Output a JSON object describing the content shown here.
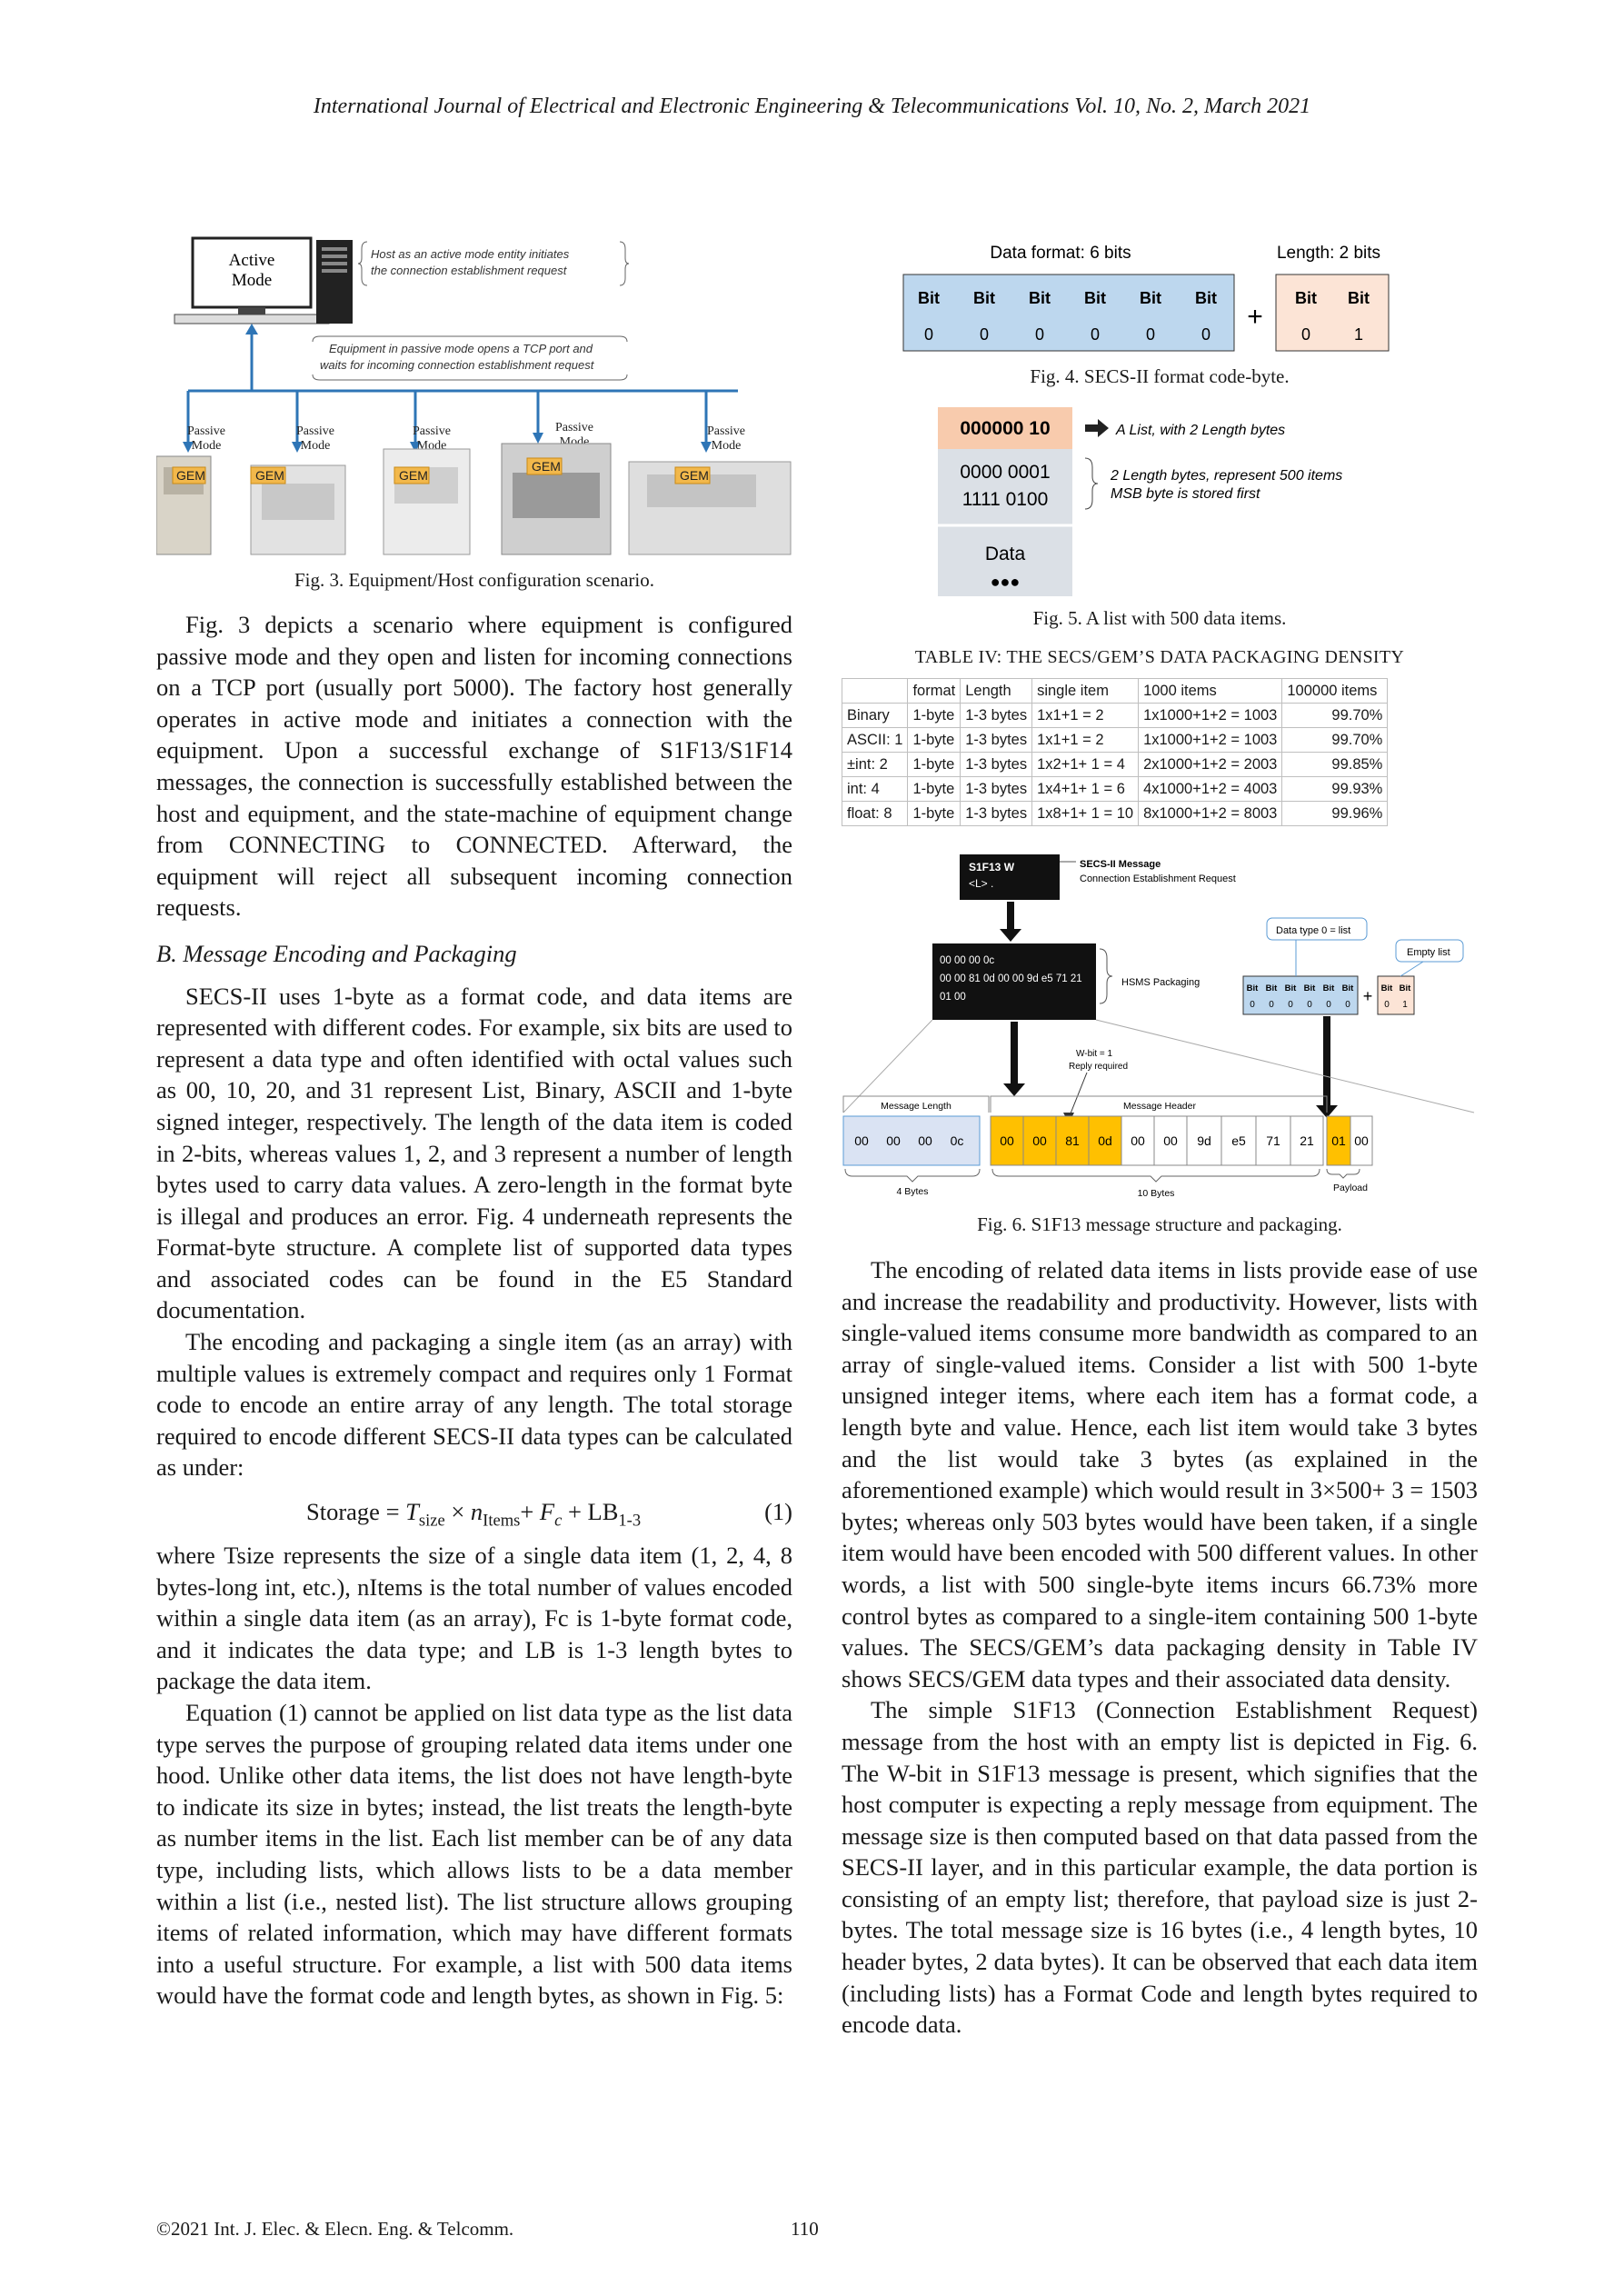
{
  "header": "International Journal of Electrical and Electronic Engineering & Telecommunications Vol. 10, No. 2, March 2021",
  "fig3": {
    "caption": "Fig. 3. Equipment/Host configuration scenario.",
    "active_mode": "Active Mode",
    "host_note": "Host as an active mode entity initiates the connection establishment request",
    "equip_note": "Equipment in passive mode opens a TCP port and waits for incoming connection establishment request",
    "passive": "Passive Mode",
    "gem": "GEM"
  },
  "fig4": {
    "caption": "Fig. 4. SECS-II format code-byte.",
    "data_format": "Data format: 6 bits",
    "length": "Length: 2 bits",
    "bit": "Bit",
    "data_bits": [
      "0",
      "0",
      "0",
      "0",
      "0",
      "0"
    ],
    "len_bits": [
      "0",
      "1"
    ],
    "plus": "+"
  },
  "fig5": {
    "caption": "Fig. 5. A list with 500 data items.",
    "format_byte": "000000 10",
    "format_note": "A List, with 2 Length bytes",
    "len1": "0000 0001",
    "len2": "1111 0100",
    "len_note1": "2 Length bytes, represent 500 items",
    "len_note2": "MSB byte is stored first",
    "data": "Data",
    "dots": "●●●"
  },
  "table4": {
    "title": "TABLE IV: THE SECS/GEM’S DATA PACKAGING DENSITY",
    "headers": [
      "",
      "format",
      "Length",
      "single item",
      "1000  items",
      "100000 items"
    ],
    "rows": [
      [
        "Binary",
        "1-byte",
        "1-3 bytes",
        "1x1+1 = 2",
        "1x1000+1+2 = 1003",
        "99.70%"
      ],
      [
        "ASCII: 1",
        "1-byte",
        "1-3 bytes",
        "1x1+1 = 2",
        "1x1000+1+2 = 1003",
        "99.70%"
      ],
      [
        "±int: 2",
        "1-byte",
        "1-3 bytes",
        "1x2+1+ 1 = 4",
        "2x1000+1+2 = 2003",
        "99.85%"
      ],
      [
        "int: 4",
        "1-byte",
        "1-3 bytes",
        "1x4+1+ 1 = 6",
        "4x1000+1+2 = 4003",
        "99.93%"
      ],
      [
        "float: 8",
        "1-byte",
        "1-3 bytes",
        "1x8+1+ 1 = 10",
        "8x1000+1+2 = 8003",
        "99.96%"
      ]
    ]
  },
  "fig6": {
    "caption": "Fig. 6. S1F13 message structure and packaging.",
    "s1f13": "S1F13 W",
    "list": "<L> .",
    "secs_msg": "SECS-II Message",
    "conn_req": "Connection Establishment Request",
    "hex1": "00 00 00 0c",
    "hex2": "00 00 81 0d 00 00 9d e5 71 21",
    "hex3": "01 00",
    "hsms": "HSMS Packaging",
    "dtype": "Data type 0 = list",
    "empty": "Empty list",
    "bit": "Bit",
    "wbit1": "W-bit = 1",
    "wbit2": "Reply required",
    "msg_len": "Message Length",
    "msg_hdr": "Message Header",
    "len_bytes": [
      "00",
      "00",
      "00",
      "0c"
    ],
    "hdr_bytes": [
      "00",
      "00",
      "81",
      "0d",
      "00",
      "00",
      "9d",
      "e5",
      "71",
      "21"
    ],
    "payload_bytes": [
      "01",
      "00"
    ],
    "four_bytes": "4 Bytes",
    "ten_bytes": "10 Bytes",
    "payload": "Payload"
  },
  "left_col": {
    "p1": "Fig. 3 depicts a scenario where equipment is configured passive mode and they open and listen for incoming connections on a TCP port (usually port 5000). The factory host generally operates in active mode and initiates a connection with the equipment. Upon a successful exchange of S1F13/S1F14 messages, the connection is successfully established between the host and equipment, and the state-machine of equipment change from CONNECTING to CONNECTED. Afterward, the equipment will reject all subsequent incoming connection requests.",
    "heading": "B.  Message Encoding and Packaging",
    "p2": "SECS-II uses 1-byte as a format code, and data items are represented with different codes. For example, six bits are used to represent a data type and often identified with octal values such as 00, 10, 20, and 31 represent List, Binary, ASCII and 1-byte signed integer, respectively. The length of the data item is coded in 2-bits, whereas values 1, 2, and 3 represent a number of length bytes used to carry data values. A zero-length in the format byte is illegal and produces an error. Fig. 4 underneath represents the Format-byte structure. A complete list of supported data types and associated codes can be found in the E5 Standard documentation.",
    "p3": "The encoding and packaging a single item (as an array) with multiple values is extremely compact and requires only 1 Format code to encode an entire array of any length. The total storage required to encode different SECS-II data types can be calculated as under:",
    "eq_num": "(1)",
    "p4": "where Tsize represents the size of a single data item (1, 2, 4, 8 bytes-long int, etc.), nItems is the total number of values encoded within a single data item (as an array), Fc is 1-byte format code, and it indicates the data type; and LB is 1-3 length bytes to package the data item.",
    "p5": "Equation (1) cannot be applied on list data type as the list data type serves the purpose of grouping related data items under one hood. Unlike other data items, the list does not have length-byte to indicate its size in bytes; instead, the list treats the length-byte as number items in the list. Each list member can be of any data type, including lists, which allows lists to be a data member within a list (i.e., nested list). The list structure allows grouping items of related information, which may have different formats into a useful structure. For example, a list with 500 data items would have the format code and length bytes, as shown in Fig. 5:"
  },
  "right_col": {
    "p1": "The encoding of related data items in lists provide ease of use and increase the readability and productivity. However, lists with single-valued items consume more bandwidth as compared to an array of single-valued items. Consider a list with 500 1-byte unsigned integer items, where each item has a format code, a length byte and value. Hence, each list item would take 3 bytes and the list would take 3 bytes (as explained in the aforementioned example) which would result in 3×500+ 3 = 1503 bytes; whereas only 503 bytes would have been taken, if a single item would have been encoded with 500 different values. In other words, a list with 500 single-byte items incurs 66.73% more control bytes as compared to a single-item containing 500 1-byte values. The SECS/GEM’s data packaging density in Table IV shows SECS/GEM data types and their associated data density.",
    "p2": "The simple S1F13 (Connection Establishment Request) message from the host with an empty list is depicted in Fig. 6. The W-bit in S1F13 message is present, which signifies that the host computer is expecting a reply message from equipment. The message size is then computed based on that data passed from the SECS-II layer, and in this particular example, the data portion is consisting of an empty list; therefore, that payload size is just 2-bytes. The total message size is 16 bytes (i.e., 4 length bytes, 10 header bytes, 2 data bytes). It can be observed that each data item (including lists) has a Format Code and length bytes required to encode data."
  },
  "footer": {
    "copyright": "©2021 Int. J. Elec. & Elecn. Eng. & Telcomm.",
    "page": "110"
  }
}
